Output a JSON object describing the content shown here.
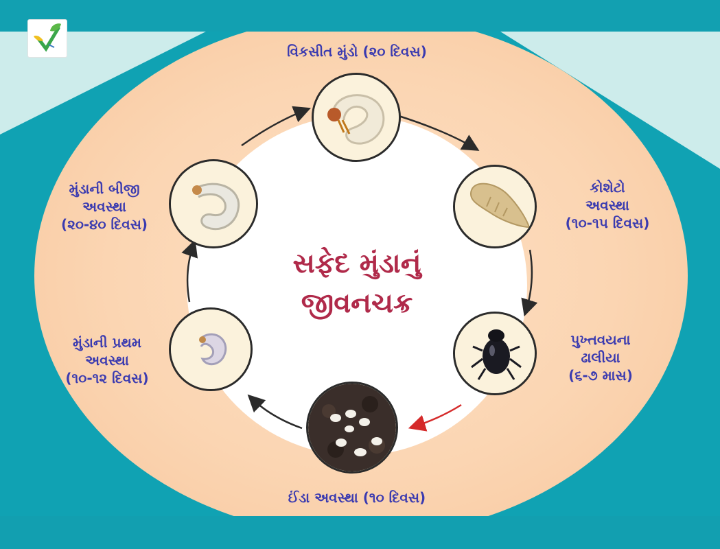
{
  "title": {
    "line1": "સફેદ મુંડાનું",
    "line2": "જીવનચક્ર"
  },
  "stages": {
    "developed_grub": {
      "label": "વિકસીત મુંડો (૨૦ દિવસ)"
    },
    "pupa": {
      "line1": "કોશેટો",
      "line2": "અવસ્થા",
      "line3": "(૧૦-૧૫ દિવસ)"
    },
    "adult": {
      "line1": "પુખ્તવયના",
      "line2": "ઢાલીયા",
      "line3": "(૬-૭ માસ)"
    },
    "egg": {
      "label": "ઈંડા અવસ્થા (૧૦ દિવસ)"
    },
    "first_instar": {
      "line1": "મુંડાની પ્રથમ",
      "line2": "અવસ્થા",
      "line3": "(૧૦-૧૨ દિવસ)"
    },
    "second_instar": {
      "line1": "મુંડાની બીજી",
      "line2": "અવસ્થા",
      "line3": "(૨૦-૪૦ દિવસ)"
    }
  },
  "colors": {
    "teal": "#10a2b3",
    "peach": "#fbd5b2",
    "label_blue": "#3b3bb0",
    "title_red": "#b02a4a",
    "arrow_dark": "#2b2b2b",
    "arrow_red": "#d52a2a"
  },
  "icons": [
    "logo-leaf-check-icon",
    "grub-icon",
    "pupa-icon",
    "beetle-icon",
    "eggs-icon"
  ]
}
